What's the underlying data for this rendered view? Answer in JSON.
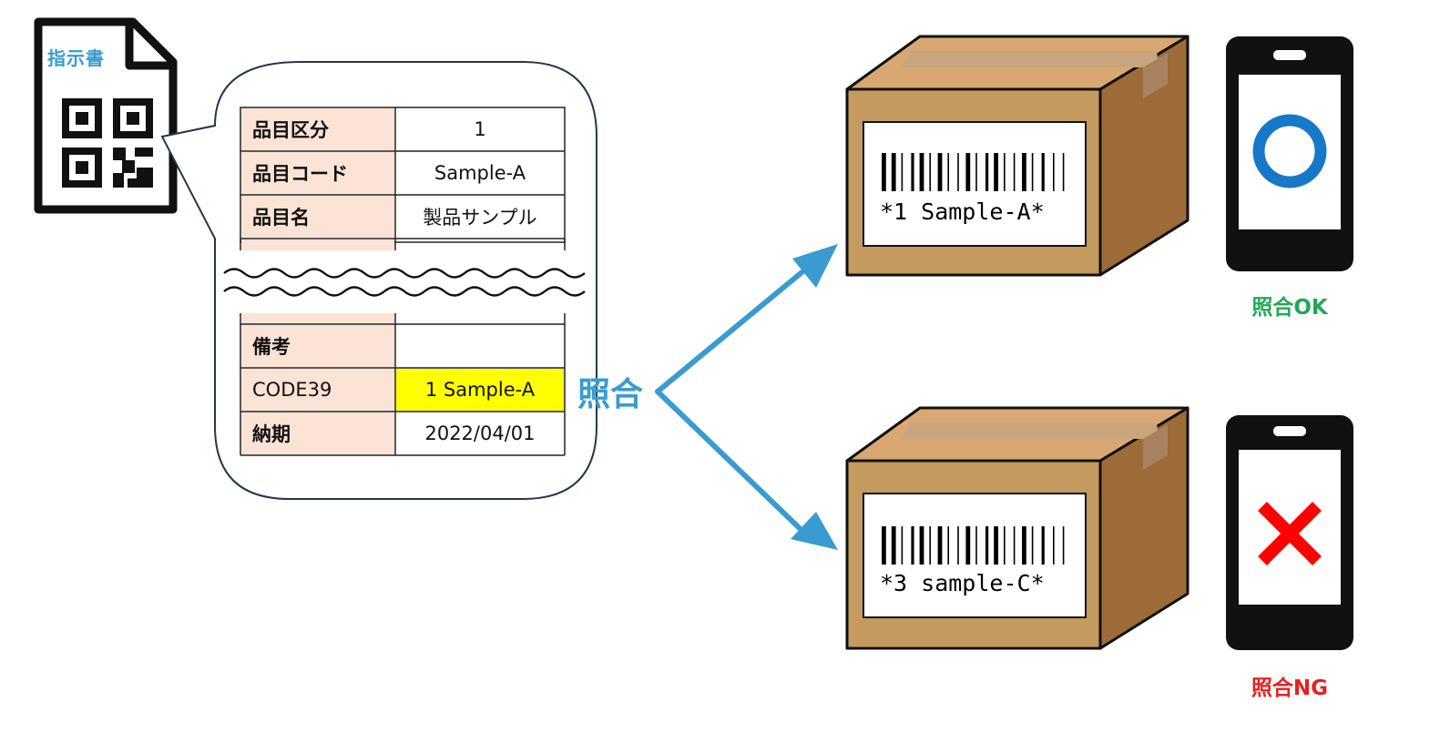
{
  "document": {
    "title": "指示書",
    "qr_icon": "qr-code-icon"
  },
  "table": {
    "rows_top": [
      {
        "label": "品目区分",
        "value": "1"
      },
      {
        "label": "品目コード",
        "value": "Sample-A"
      },
      {
        "label": "品目名",
        "value": "製品サンプル"
      }
    ],
    "rows_bottom": [
      {
        "label": "備考",
        "value": ""
      },
      {
        "label": "CODE39",
        "value": "1 Sample-A"
      },
      {
        "label": "納期",
        "value": "2022/04/01"
      }
    ]
  },
  "compare": {
    "label": "照合"
  },
  "boxes": [
    {
      "barcode_text": "*1 Sample-A*"
    },
    {
      "barcode_text": "*3 sample-C*"
    }
  ],
  "results": [
    {
      "label": "照合OK",
      "icon": "circle-ok-icon",
      "color": "#22a855",
      "icon_color": "#1878c8"
    },
    {
      "label": "照合NG",
      "icon": "cross-ng-icon",
      "color": "#e8201e",
      "icon_color": "#ff0000"
    }
  ],
  "colors": {
    "accent": "#3a9bd0",
    "label_bg": "#fbe3d6",
    "highlight": "#ffff00",
    "box_front": "#c49a5e",
    "box_side": "#9c6b37",
    "box_top": "#d9a872"
  }
}
